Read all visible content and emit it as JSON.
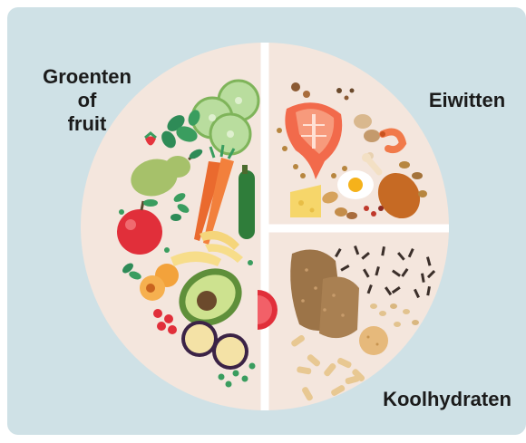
{
  "labels": {
    "vegetables_fruit": "Groenten\nof\nfruit",
    "protein": "Eiwitten",
    "carbohydrates": "Koolhydraten"
  },
  "colors": {
    "background": "#cfe1e6",
    "plate": "#f4e6dd",
    "divider": "#ffffff",
    "text": "#1b1b1b"
  },
  "illustration": {
    "subject": "plate-diagram",
    "sections": [
      "vegetables-fruit",
      "protein",
      "carbohydrates"
    ]
  }
}
